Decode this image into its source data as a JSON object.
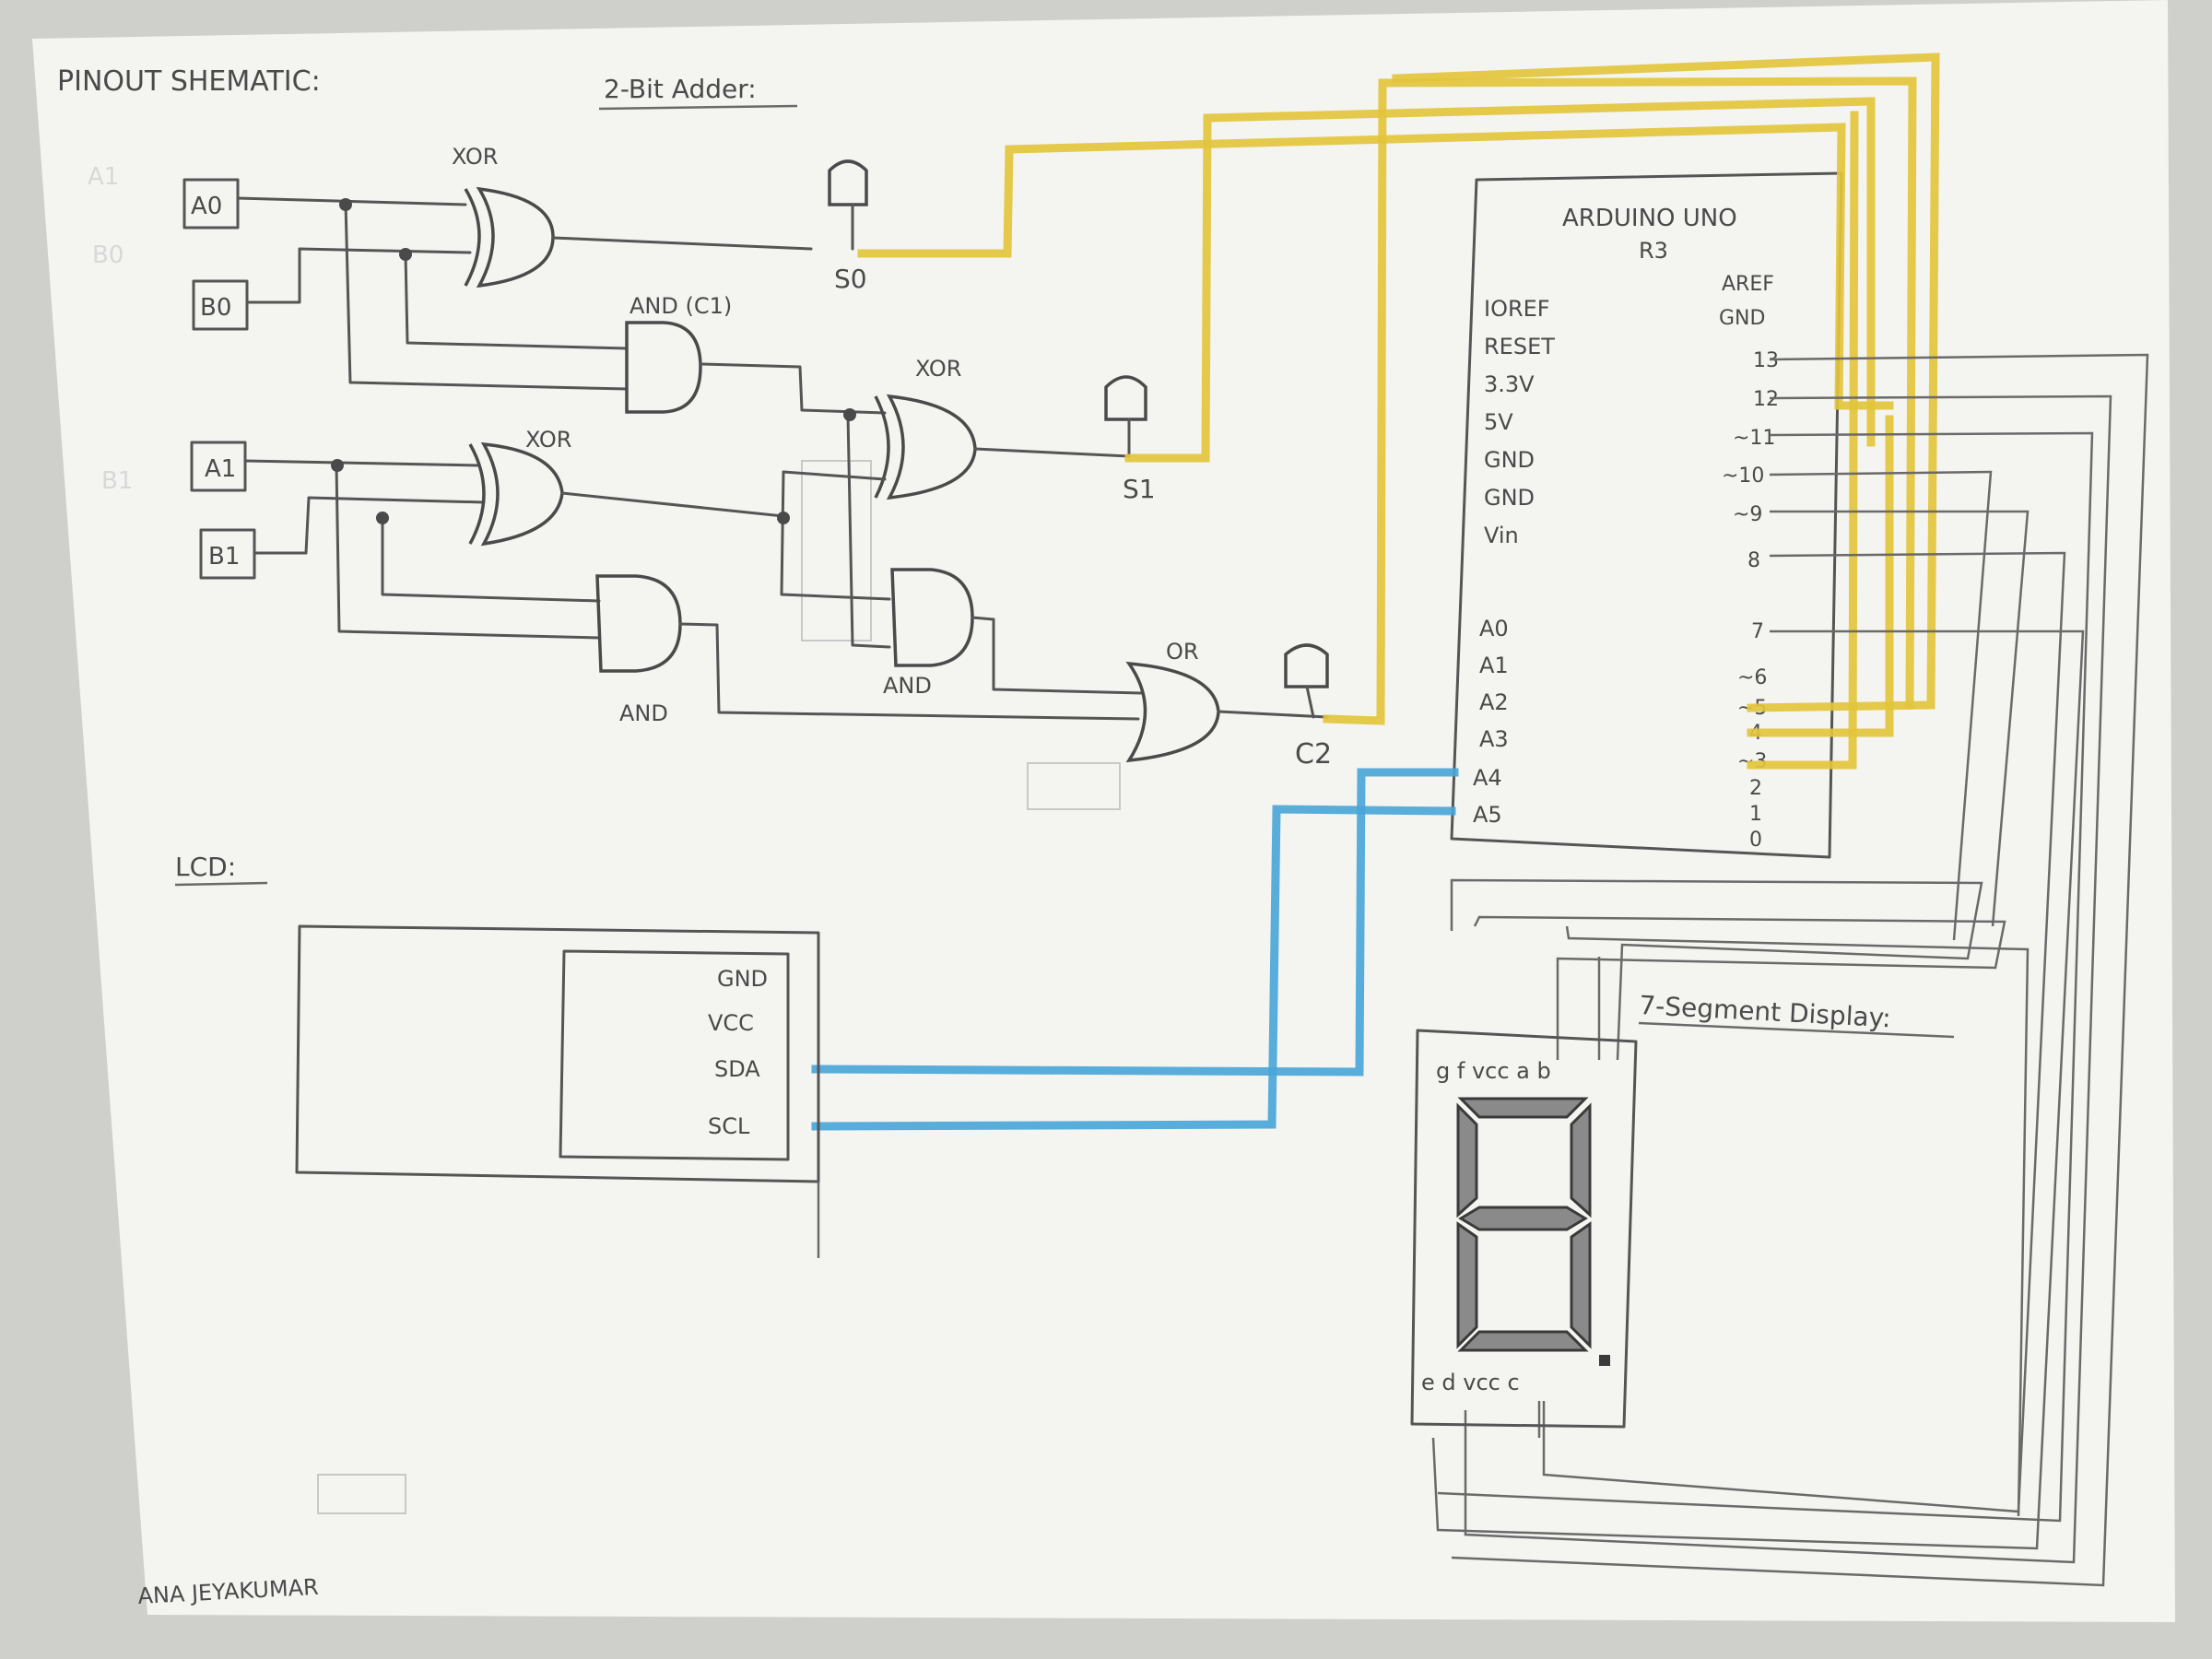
{
  "header": {
    "title": "PINOUT SHEMATIC:",
    "subtitle": "2-Bit Adder:"
  },
  "inputs": {
    "a0": "A0",
    "b0": "B0",
    "a1": "A1",
    "b1": "B1"
  },
  "gates": {
    "xor_top": "XOR",
    "and_c1": "AND (C1)",
    "xor_mid": "XOR",
    "xor_low": "XOR",
    "and_low": "AND",
    "and_mid": "AND",
    "or_gate": "OR"
  },
  "outputs": {
    "s0": "S0",
    "s1": "S1",
    "c2": "C2"
  },
  "arduino": {
    "title": "ARDUINO UNO",
    "subtitle": "R3",
    "left_pins": [
      "IOREF",
      "RESET",
      "3.3V",
      "5V",
      "GND",
      "GND",
      "Vin"
    ],
    "analog_pins": [
      "A0",
      "A1",
      "A2",
      "A3",
      "A4",
      "A5"
    ],
    "right_top": [
      "AREF",
      "GND"
    ],
    "digital_pins": [
      "13",
      "12",
      "~11",
      "~10",
      "~9",
      "8",
      "7",
      "~6",
      "~5",
      "4",
      "~3",
      "2",
      "1",
      "0"
    ]
  },
  "lcd": {
    "label": "LCD:",
    "pins": [
      "GND",
      "VCC",
      "SDA",
      "SCL"
    ]
  },
  "seven_segment": {
    "label": "7-Segment Display:",
    "top_pins": "g f vcc a b",
    "bottom_pins": "e d vcc c"
  },
  "author": "ANA JEYAKUMAR",
  "colors": {
    "paper": "#f4f4f1",
    "pencil": "#4a4a4a",
    "highlight_yellow": "#e2c43c",
    "highlight_blue": "#4aa6d8"
  }
}
